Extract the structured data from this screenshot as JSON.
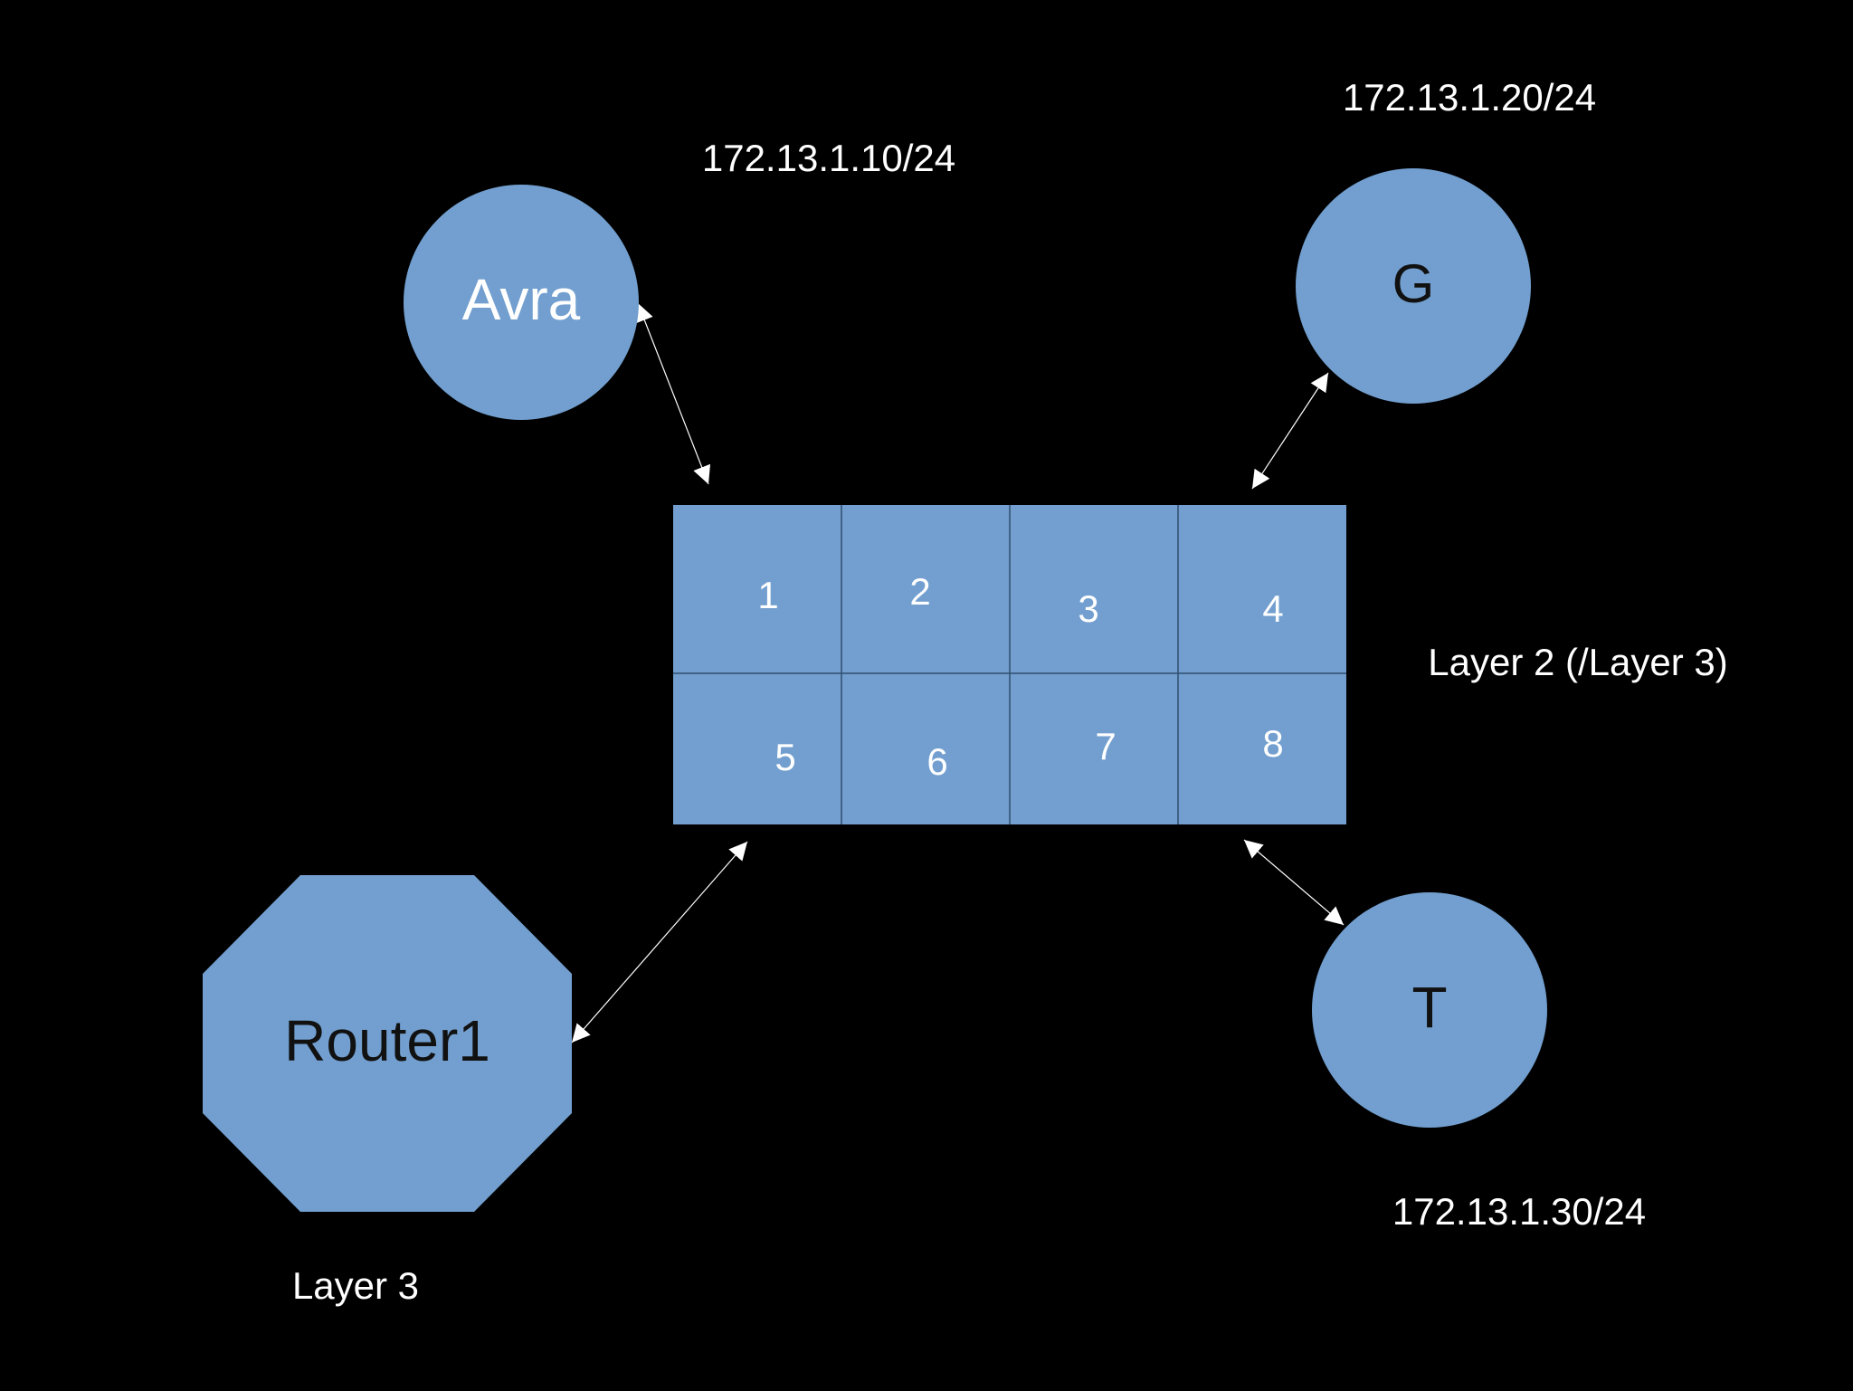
{
  "colors": {
    "background": "#000000",
    "node_fill": "#729fcf",
    "edge": "#ffffff",
    "grid_line": "#2f4f6f",
    "light_text": "#ffffff",
    "dark_text": "#111111"
  },
  "nodes": {
    "avra": {
      "label": "Avra",
      "ip": "172.13.1.10/24"
    },
    "g": {
      "label": "G",
      "ip": "172.13.1.20/24"
    },
    "t": {
      "label": "T",
      "ip": "172.13.1.30/24"
    },
    "router": {
      "label": "Router1",
      "layer": "Layer 3"
    }
  },
  "switch": {
    "layer": "Layer 2 (/Layer 3)",
    "ports": [
      "1",
      "2",
      "3",
      "4",
      "5",
      "6",
      "7",
      "8"
    ]
  }
}
